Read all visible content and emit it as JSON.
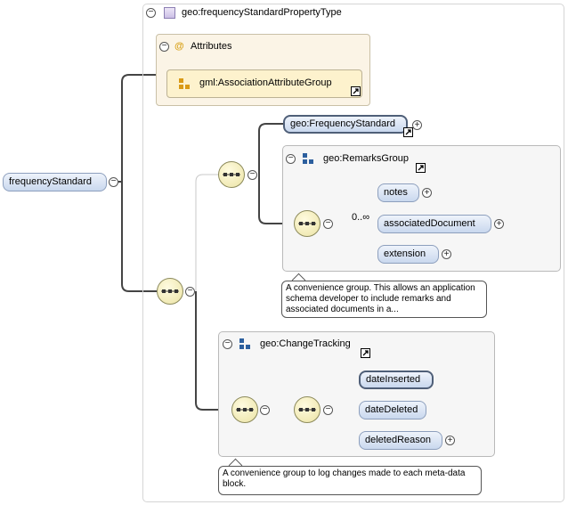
{
  "type": {
    "name": "geo:frequencyStandardPropertyType"
  },
  "root": {
    "name": "frequencyStandard"
  },
  "attributes": {
    "title": "Attributes",
    "at_symbol": "@",
    "group": "gml:AssociationAttributeGroup"
  },
  "main_choice": {
    "element": "geo:FrequencyStandard",
    "remarks_group": {
      "name": "geo:RemarksGroup",
      "occurrence": "0..∞",
      "items": [
        "notes",
        "associatedDocument",
        "extension"
      ]
    },
    "remarks_note": "A convenience group. This allows an application schema developer to include remarks and associated documents in a..."
  },
  "change_tracking": {
    "name": "geo:ChangeTracking",
    "items": [
      "dateInserted",
      "dateDeleted",
      "deletedReason"
    ],
    "note": "A convenience group to log changes made to each meta-data block."
  },
  "colors": {
    "accent": "#4f5f78",
    "element_fill": "#c9d8ee",
    "compositor_fill": "#ebe3a4",
    "attr_bg": "#fbf4e6"
  }
}
